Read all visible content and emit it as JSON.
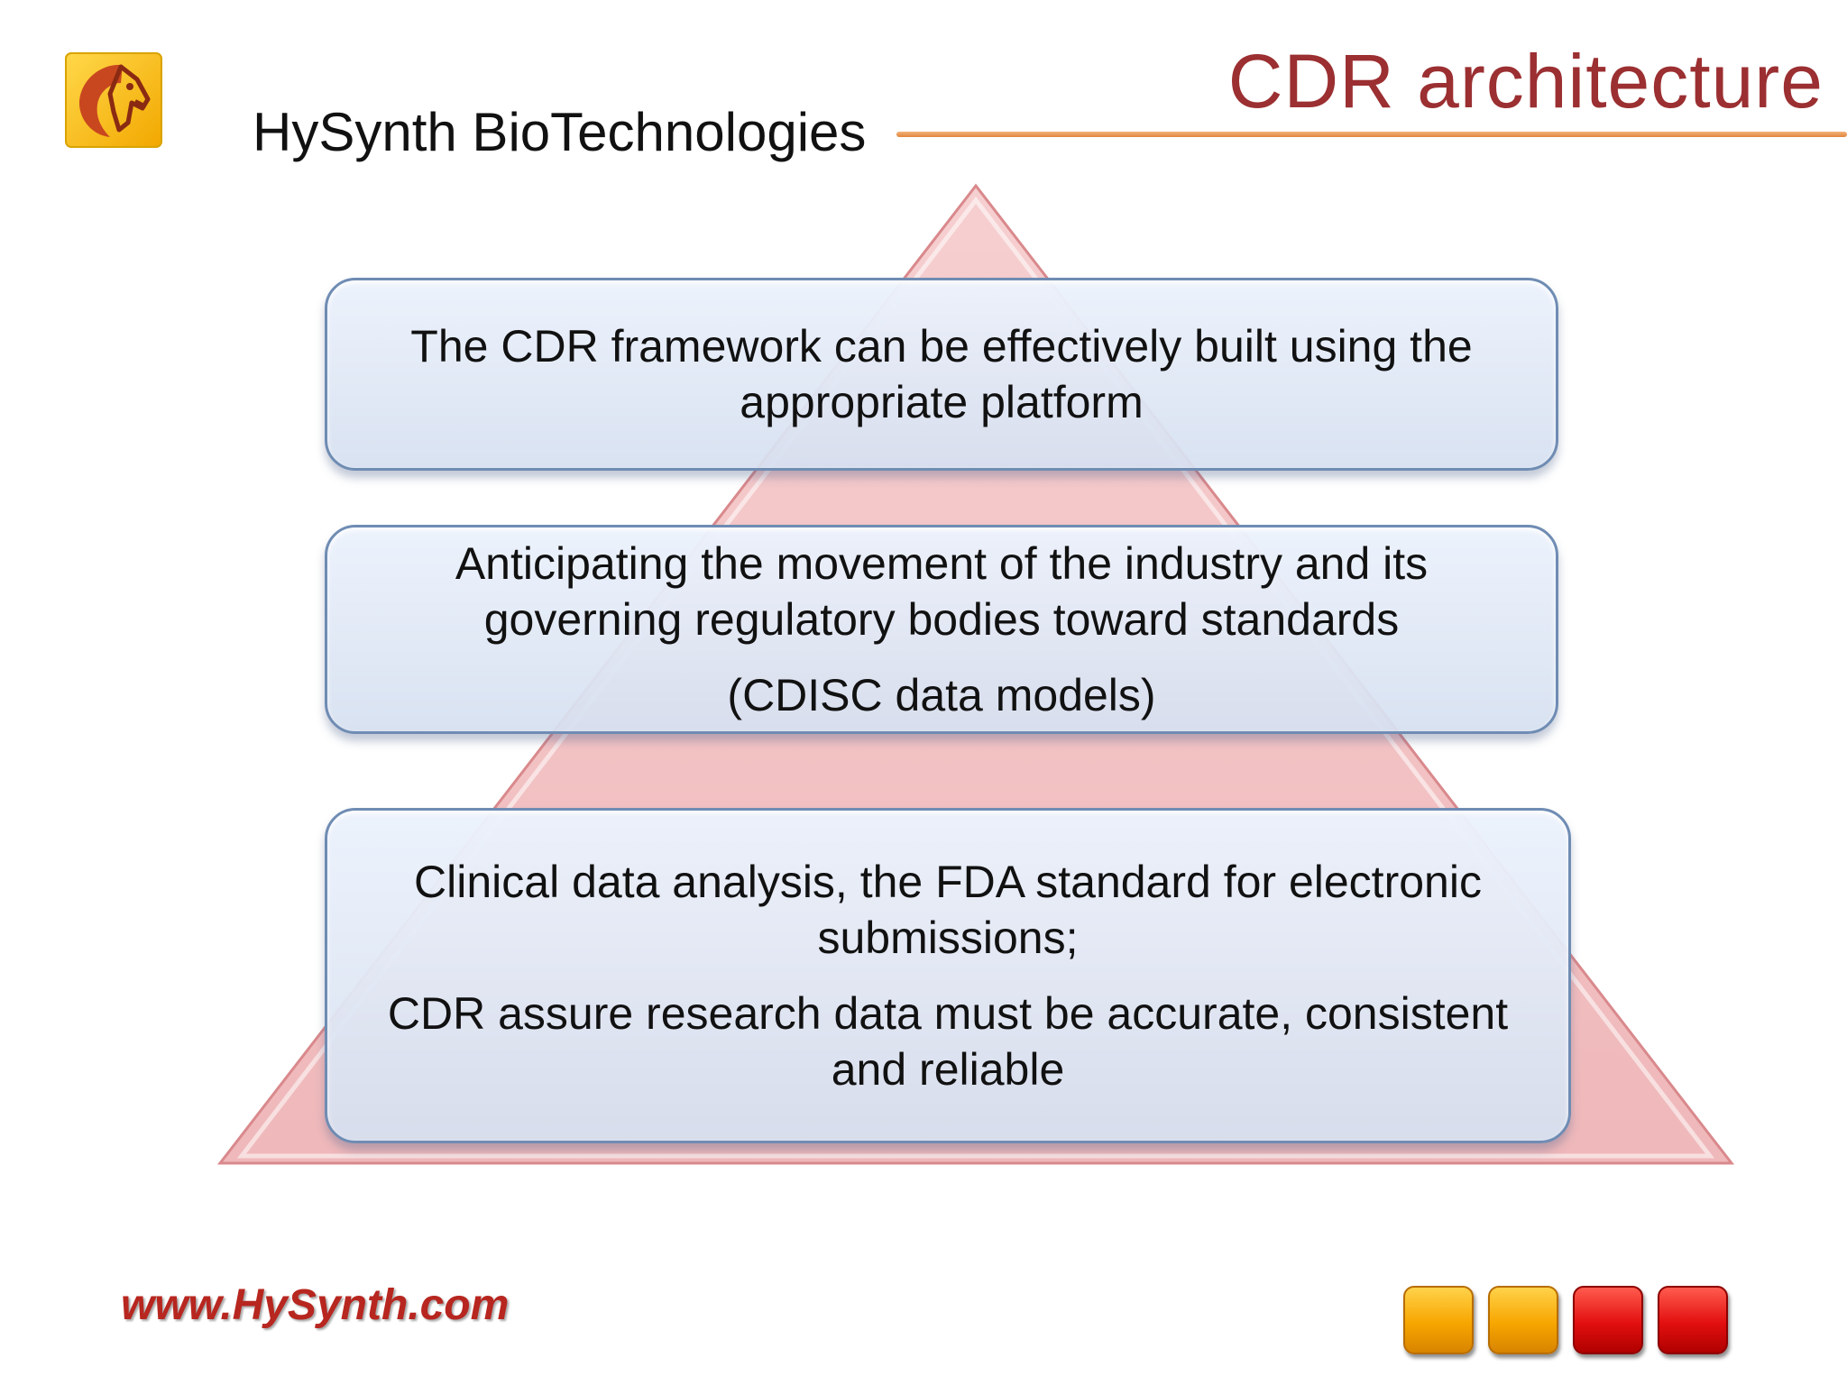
{
  "header": {
    "company_name": "HySynth BioTechnologies",
    "slide_title": "CDR architecture",
    "logo_icon": "horse-head-logo-icon",
    "title_color": "#9b2f31",
    "rule_color": "#e0843a"
  },
  "pyramid": {
    "fill_color": "#f2c1c3",
    "tiers": [
      {
        "paragraphs": [
          "The CDR framework can be effectively built using the appropriate platform"
        ]
      },
      {
        "paragraphs": [
          "Anticipating the movement of the industry and its governing regulatory bodies toward standards",
          "(CDISC data models)"
        ]
      },
      {
        "paragraphs": [
          "Clinical data analysis, the FDA standard for electronic submissions;",
          "CDR assure research data must be accurate, consistent and reliable"
        ]
      }
    ]
  },
  "footer": {
    "website": "www.HySynth.com",
    "website_color": "#b7261f",
    "decor_squares": [
      "orange",
      "orange",
      "red",
      "red"
    ]
  }
}
